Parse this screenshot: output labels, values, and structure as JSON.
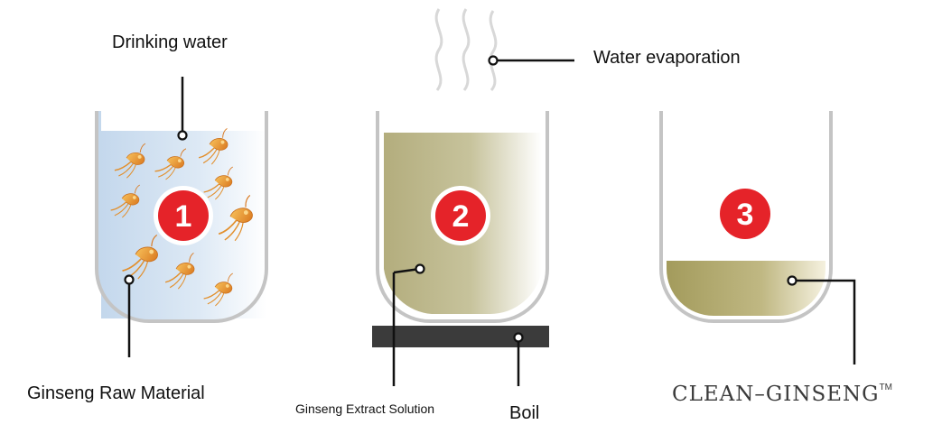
{
  "labels": {
    "drinking_water": "Drinking water",
    "water_evaporation": "Water evaporation",
    "raw_material": "Ginseng Raw Material",
    "extract_solution": "Ginseng Extract Solution",
    "boil": "Boil"
  },
  "steps": [
    {
      "number": "1"
    },
    {
      "number": "2"
    },
    {
      "number": "3"
    }
  ],
  "brand": {
    "name": "CLEAN–GINSENG",
    "trademark": "TM"
  },
  "colors": {
    "badge": "#e52329",
    "beaker_outline": "#c4c4c4",
    "water": "#c9dcee",
    "extract": "#b9b487",
    "residue": "#a9a064",
    "heater": "#3b3b3b",
    "ginseng_root": "#f0a33a"
  }
}
